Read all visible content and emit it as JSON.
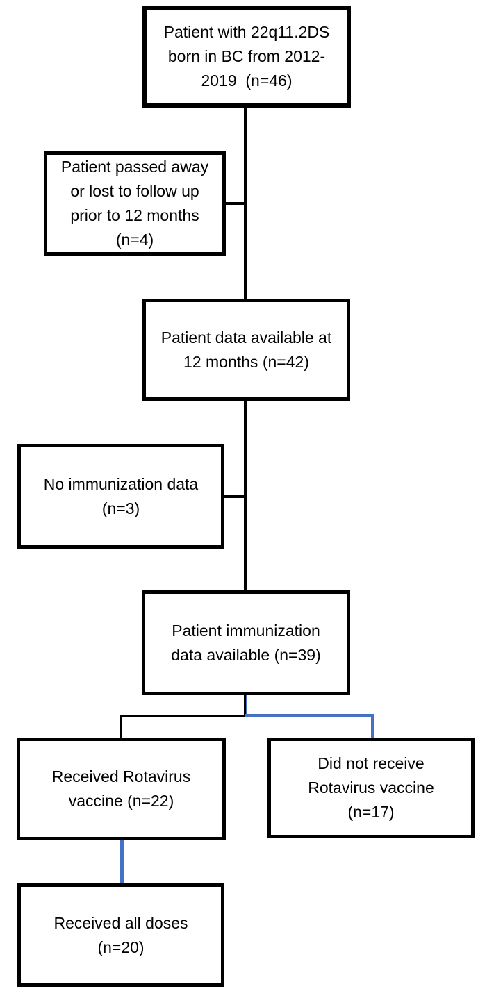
{
  "diagram": {
    "type": "flowchart",
    "background": "#ffffff",
    "connector_colors": {
      "black": "#000000",
      "blue": "#4472C4"
    },
    "nodes": {
      "cohort": {
        "text": "Patient with 22q11.2DS\nborn in BC from 2012-\n2019  (n=46)",
        "n": 46
      },
      "excluded_12mo": {
        "text": "Patient passed away\nor lost to follow up\nprior to 12 months\n(n=4)",
        "n": 4
      },
      "data_12mo": {
        "text": "Patient data available at\n12 months (n=42)",
        "n": 42
      },
      "no_immunization": {
        "text": "No immunization data\n(n=3)",
        "n": 3
      },
      "immunization_available": {
        "text": "Patient immunization\ndata available (n=39)",
        "n": 39
      },
      "received_rotavirus": {
        "text": "Received Rotavirus\nvaccine (n=22)",
        "n": 22
      },
      "did_not_receive_rotavirus": {
        "text": "Did not receive\nRotavirus vaccine\n(n=17)",
        "n": 17
      },
      "received_all_doses": {
        "text": "Received all doses\n(n=20)",
        "n": 20
      }
    }
  }
}
